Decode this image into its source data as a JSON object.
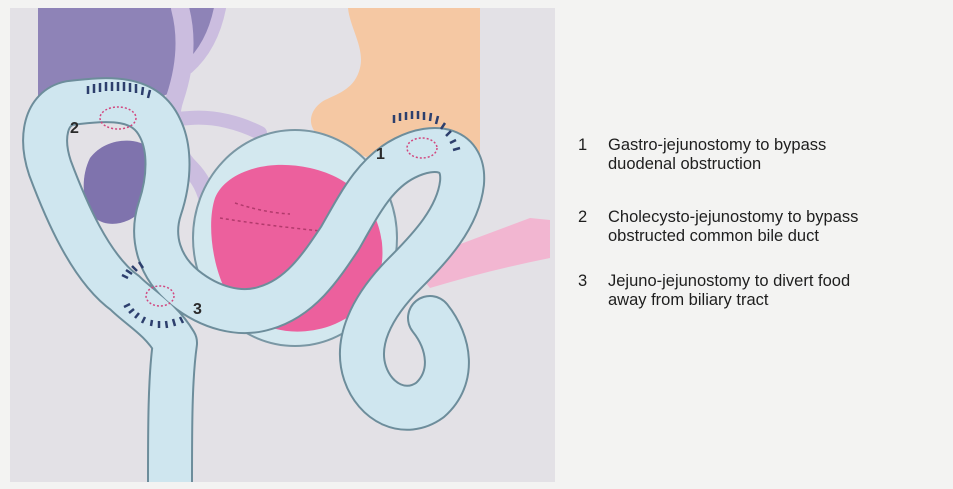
{
  "legend": {
    "items": [
      {
        "number": "1",
        "text_line1": "Gastro-jejunostomy to bypass",
        "text_line2": "duodenal obstruction"
      },
      {
        "number": "2",
        "text_line1": "Cholecysto-jejunostomy to bypass",
        "text_line2": "obstructed common bile duct"
      },
      {
        "number": "3",
        "text_line1": "Jejuno-jejunostomy to divert food",
        "text_line2": "away from biliary tract"
      }
    ]
  },
  "markers": {
    "one": "1",
    "two": "2",
    "three": "3"
  },
  "colors": {
    "background": "#f3f3f2",
    "illustration_bg": "#e4e2e6",
    "liver": "#8f83b8",
    "stomach": "#f5c9a4",
    "bowel": "#cfe6ee",
    "bowel_outline": "#6f8f9d",
    "pancreas_tumor": "#ec5f9c",
    "bile_ducts": "#c9b9dc",
    "suture": "#2c3f6e",
    "anastomosis_outline": "#d2477f",
    "mesentery": "#f2b8d2"
  }
}
